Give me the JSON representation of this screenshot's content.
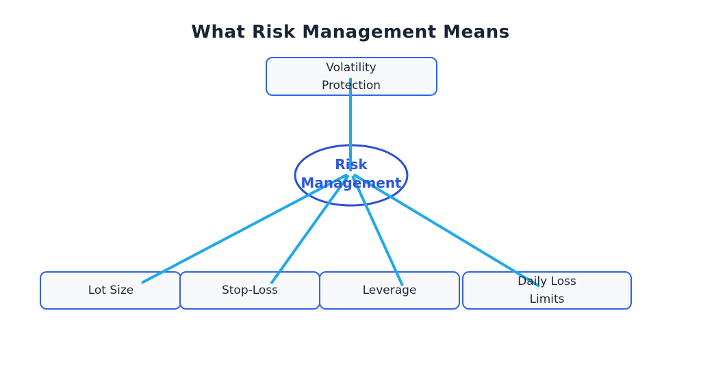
{
  "title": "What Risk Management Means",
  "diagram": {
    "center_node": {
      "line1": "Risk",
      "line2": "Management"
    },
    "top_node": {
      "line1": "Volatility",
      "line2": "Protection"
    },
    "bottom_nodes": [
      {
        "label": "Lot Size"
      },
      {
        "label": "Stop-Loss"
      },
      {
        "label": "Leverage"
      },
      {
        "line1": "Daily Loss",
        "line2": "Limits"
      }
    ]
  },
  "colors": {
    "title_text": "#1b2436",
    "node_border": "#2f62e5",
    "node_fill": "#f8f9fb",
    "node_text": "#1f2633",
    "ellipse_border": "#2950d6",
    "center_text": "#2c55e2",
    "connector": "#20a9e8"
  }
}
